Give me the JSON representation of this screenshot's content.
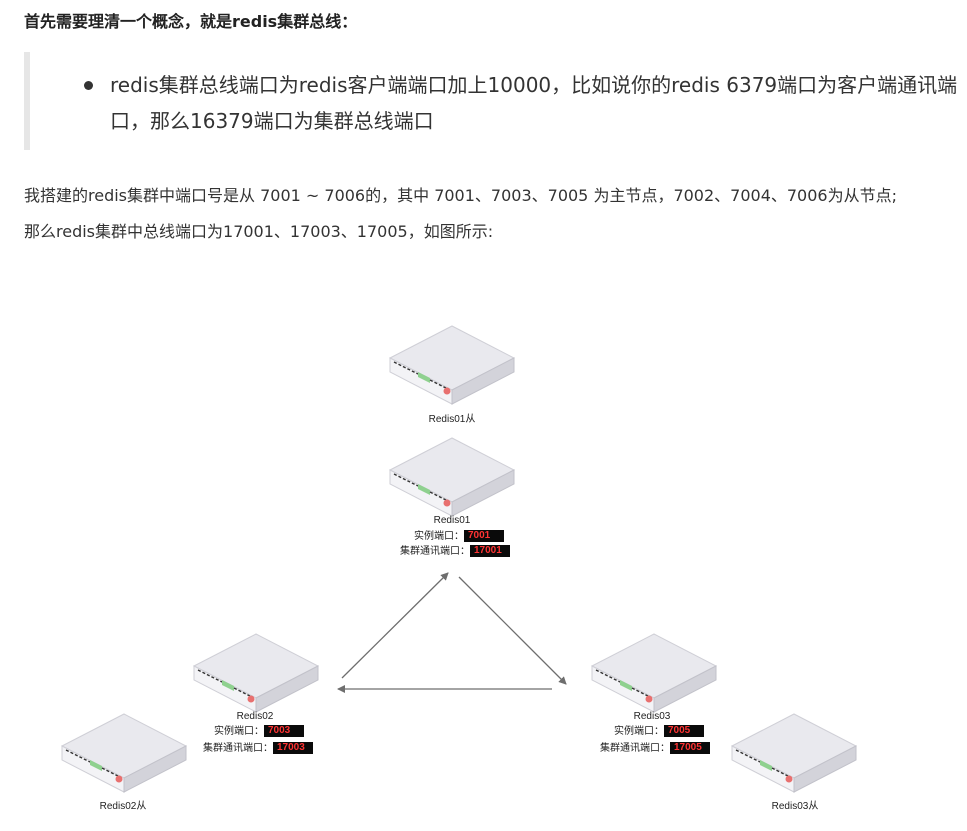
{
  "heading": "首先需要理清一个概念，就是redis集群总线：",
  "quote": {
    "bullet_text": "redis集群总线端口为redis客户端端口加上10000，比如说你的redis 6379端口为客户端通讯端口，那么16379端口为集群总线端口"
  },
  "paragraphs": [
    "我搭建的redis集群中端口号是从 7001 ~ 7006的，其中 7001、7003、7005 为主节点，7002、7004、7006为从节点;",
    "那么redis集群中总线端口为17001、17003、17005，如图所示:"
  ],
  "diagram": {
    "instance_port_label": "实例端口：",
    "bus_port_label": "集群通讯端口：",
    "masters": [
      {
        "name": "Redis01",
        "instance_port": "7001",
        "bus_port": "17001"
      },
      {
        "name": "Redis02",
        "instance_port": "7003",
        "bus_port": "17003"
      },
      {
        "name": "Redis03",
        "instance_port": "7005",
        "bus_port": "17005"
      }
    ],
    "slaves": [
      {
        "name": "Redis01从"
      },
      {
        "name": "Redis02从"
      },
      {
        "name": "Redis03从"
      }
    ]
  },
  "colors": {
    "server_top": "#e9e9ee",
    "server_side": "#d3d3da",
    "led_green": "#8fd18f",
    "led_red": "#e8706f",
    "port_bg": "#0a0a0a",
    "port_text": "#ff3333",
    "arrow": "#6e6e6e"
  }
}
